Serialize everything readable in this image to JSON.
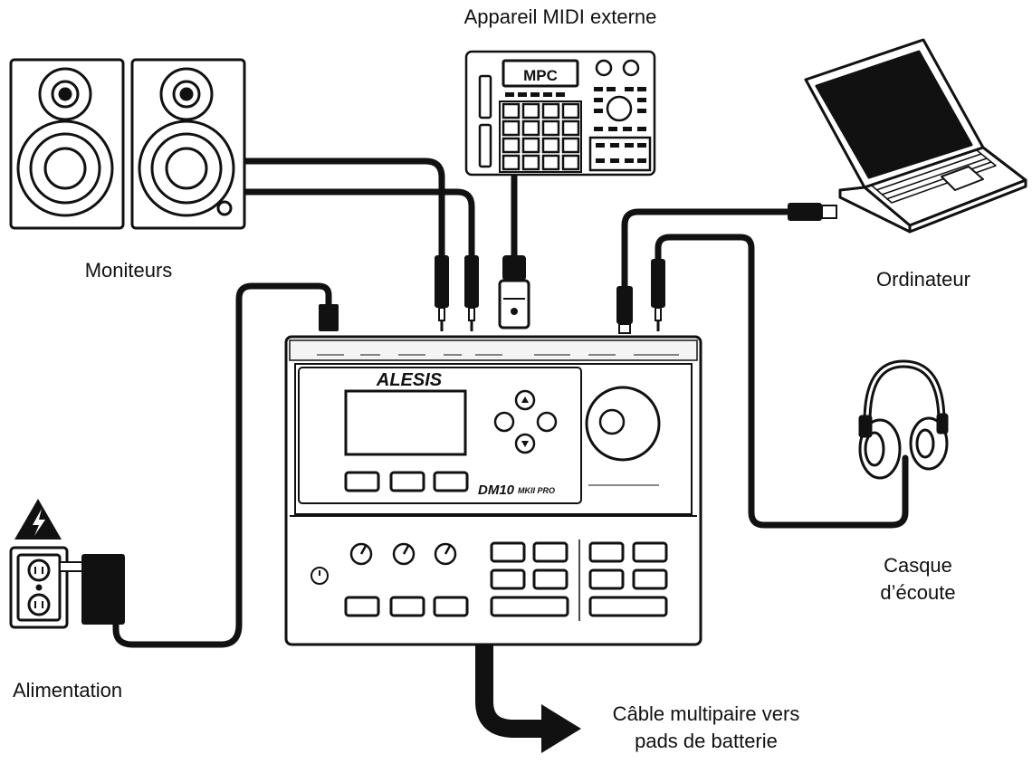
{
  "labels": {
    "midi_device": "Appareil MIDI externe",
    "monitors": "Moniteurs",
    "computer": "Ordinateur",
    "headphones_line1": "Casque",
    "headphones_line2": "d’écoute",
    "power": "Alimentation",
    "multicable_line1": "Câble multipaire vers",
    "multicable_line2": "pads de batterie"
  },
  "device": {
    "brand": "ALESIS",
    "model": "DM10",
    "model_suffix": "MKII PRO"
  },
  "mpc": {
    "screen_text": "MPC"
  },
  "colors": {
    "ink": "#111111",
    "paper": "#ffffff",
    "panel": "#f4f4f4"
  }
}
